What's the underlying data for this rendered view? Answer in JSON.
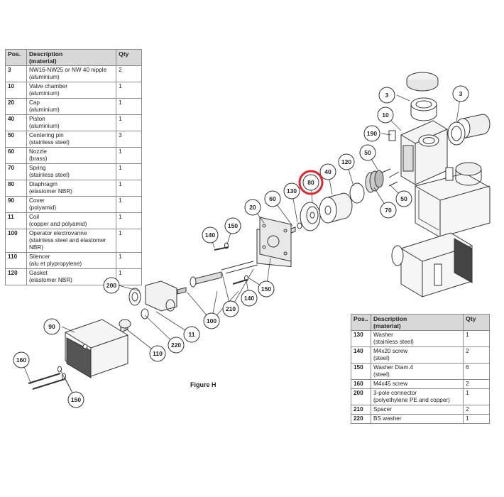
{
  "table_left": {
    "headers": {
      "pos": "Pos.",
      "desc": "Description",
      "desc_sub": "(material)",
      "qty": "Qty"
    },
    "rows": [
      {
        "pos": "3",
        "desc": "NW16-NW25 or NW 40 nipple",
        "material": "(aluminium)",
        "qty": "2"
      },
      {
        "pos": "10",
        "desc": "Valve chamber",
        "material": "(aluminium)",
        "qty": "1"
      },
      {
        "pos": "20",
        "desc": "Cap",
        "material": "(aluminium)",
        "qty": "1"
      },
      {
        "pos": "40",
        "desc": "Piston",
        "material": "(aluminium)",
        "qty": "1"
      },
      {
        "pos": "50",
        "desc": "Centering pin",
        "material": "(stainless steel)",
        "qty": "3"
      },
      {
        "pos": "60",
        "desc": "Nozzle",
        "material": "(brass)",
        "qty": "1"
      },
      {
        "pos": "70",
        "desc": "Spring",
        "material": "(stainless steel)",
        "qty": "1"
      },
      {
        "pos": "80",
        "desc": "Diaphragm",
        "material": "(elastomer NBR)",
        "qty": "1"
      },
      {
        "pos": "90",
        "desc": "Cover",
        "material": "(polyamid)",
        "qty": "1"
      },
      {
        "pos": "11",
        "desc": "Coil",
        "material": "(copper and polyamid)",
        "qty": "1"
      },
      {
        "pos": "100",
        "desc": "Operator electrovanne",
        "material": "(stainless steel and elastomer NBR)",
        "qty": "1"
      },
      {
        "pos": "110",
        "desc": "Silencer",
        "material": "(alu et plypropylene)",
        "qty": "1"
      },
      {
        "pos": "120",
        "desc": "Gasket",
        "material": "(elastomer NBR)",
        "qty": "1"
      }
    ]
  },
  "table_right": {
    "headers": {
      "pos": "Pos..",
      "desc": "Description",
      "desc_sub": "(material)",
      "qty": "Qty"
    },
    "rows": [
      {
        "pos": "130",
        "desc": "Washer",
        "material": "(stainless steel)",
        "qty": "1"
      },
      {
        "pos": "140",
        "desc": "M4x20 screw",
        "material": "(steel)",
        "qty": "2"
      },
      {
        "pos": "150",
        "desc": "Washer Diam.4",
        "material": "(steel)",
        "qty": "6"
      },
      {
        "pos": "160",
        "desc": "M4x45 screw",
        "material": "",
        "qty": "2"
      },
      {
        "pos": "200",
        "desc": "3-pole connector",
        "material": "(polyethylene PE and copper)",
        "qty": "1"
      },
      {
        "pos": "210",
        "desc": "Spacer",
        "material": "",
        "qty": "2"
      },
      {
        "pos": "220",
        "desc": "BS washer",
        "material": "",
        "qty": "1"
      }
    ]
  },
  "figure_caption": "Figure H",
  "highlight": {
    "label": "80",
    "color": "#e0262b"
  },
  "callouts": [
    "3",
    "3",
    "10",
    "190",
    "50",
    "120",
    "40",
    "80",
    "130",
    "60",
    "20",
    "150",
    "140",
    "70",
    "50",
    "200",
    "100",
    "11",
    "210",
    "140",
    "150",
    "90",
    "220",
    "110",
    "160",
    "150"
  ]
}
